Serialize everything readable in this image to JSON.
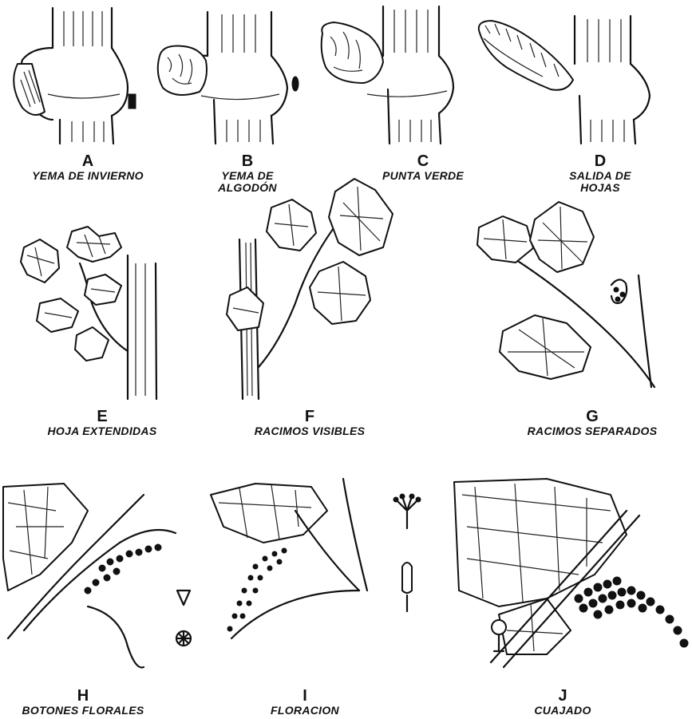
{
  "stages": [
    {
      "id": "A",
      "letter": "A",
      "caption": [
        "YEMA DE INVIERNO"
      ]
    },
    {
      "id": "B",
      "letter": "B",
      "caption": [
        "YEMA DE",
        "ALGODÓN"
      ]
    },
    {
      "id": "C",
      "letter": "C",
      "caption": [
        "PUNTA VERDE"
      ]
    },
    {
      "id": "D",
      "letter": "D",
      "caption": [
        "SALIDA DE",
        "HOJAS"
      ]
    },
    {
      "id": "E",
      "letter": "E",
      "caption": [
        "HOJA EXTENDIDAS"
      ]
    },
    {
      "id": "F",
      "letter": "F",
      "caption": [
        "RACIMOS VISIBLES"
      ]
    },
    {
      "id": "G",
      "letter": "G",
      "caption": [
        "RACIMOS SEPARADOS"
      ]
    },
    {
      "id": "H",
      "letter": "H",
      "caption": [
        "BOTONES FLORALES"
      ]
    },
    {
      "id": "I",
      "letter": "I",
      "caption": [
        "FLORACION"
      ]
    },
    {
      "id": "J",
      "letter": "J",
      "caption": [
        "CUAJADO"
      ]
    }
  ]
}
